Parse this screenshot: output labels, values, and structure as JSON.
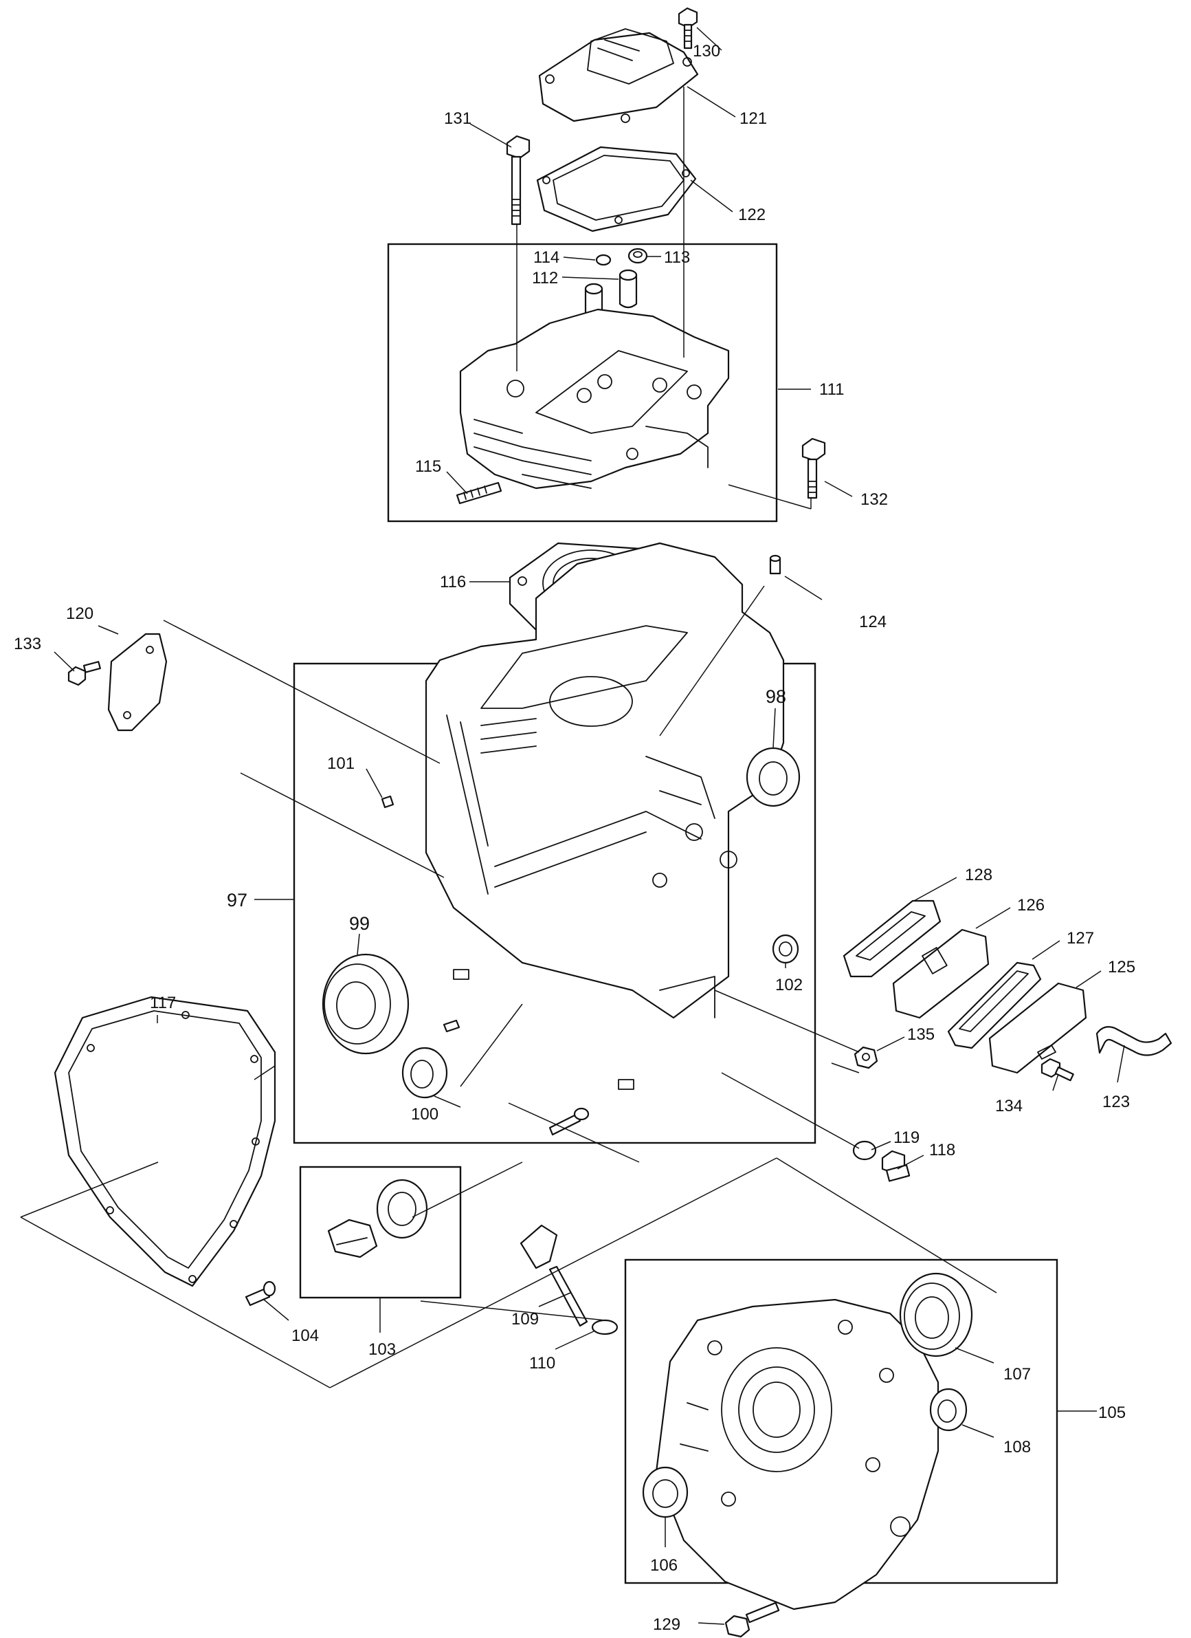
{
  "diagram": {
    "callouts": {
      "c97": "97",
      "c98": "98",
      "c99": "99",
      "c100": "100",
      "c101": "101",
      "c102": "102",
      "c103": "103",
      "c104": "104",
      "c105": "105",
      "c106": "106",
      "c107": "107",
      "c108": "108",
      "c109": "109",
      "c110": "110",
      "c111": "111",
      "c112": "112",
      "c113": "113",
      "c114": "114",
      "c115": "115",
      "c116": "116",
      "c117": "117",
      "c118": "118",
      "c119": "119",
      "c120": "120",
      "c121": "121",
      "c122": "122",
      "c123": "123",
      "c124": "124",
      "c125": "125",
      "c126": "126",
      "c127": "127",
      "c128": "128",
      "c129": "129",
      "c130": "130",
      "c131": "131",
      "c132": "132",
      "c133": "133",
      "c134": "134",
      "c135": "135"
    }
  }
}
